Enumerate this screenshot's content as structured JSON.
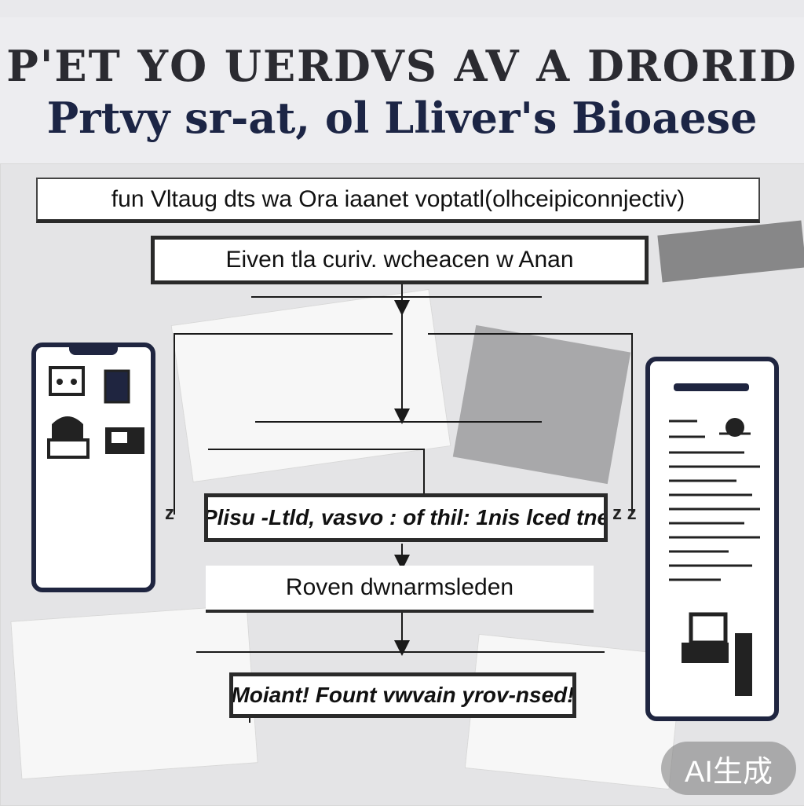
{
  "title": {
    "line1": "P'ET YO UERDVS AV A DRORID",
    "line2": "Prtvy sr-at, ol Lliver's Bioaese"
  },
  "flow": {
    "box1": "fun Vltaug dts wa Ora iaanet voptatl(olhceipiconnjectiv)",
    "box2": "Eiven tla curiv. wcheacen w Anan",
    "box3": "Plisu -Ltld, vasvo : of thil: 1nis lced tne",
    "box4": "Roven    dwnarmsleden",
    "box5": "Moiant!  Fount vwvain yrov-nsed!",
    "side_marks": [
      "z",
      "z z"
    ]
  },
  "badge": {
    "label": "AI生成"
  },
  "colors": {
    "navy": "#1c2545",
    "frame": "#1f2540",
    "ink": "#2a2a2a"
  }
}
